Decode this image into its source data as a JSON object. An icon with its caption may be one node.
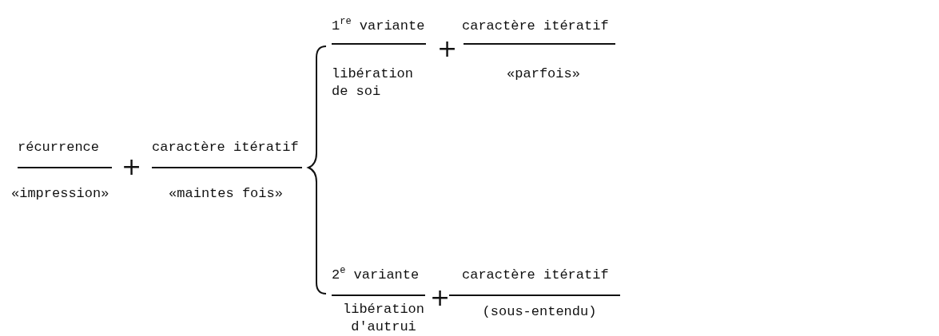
{
  "diagram": {
    "labels": [
      "1$^{re}$ variante",
      "+",
      "caractère itératif",
      "libération de soi",
      "«parfois»",
      "récurrence",
      "+",
      "caractère itératif",
      "«impression»",
      "«maintes fois»",
      "2$^{e}$ variante",
      "+",
      "caractère itératif",
      "libération d'autrui",
      "(sous-entendu)"
    ]
  }
}
